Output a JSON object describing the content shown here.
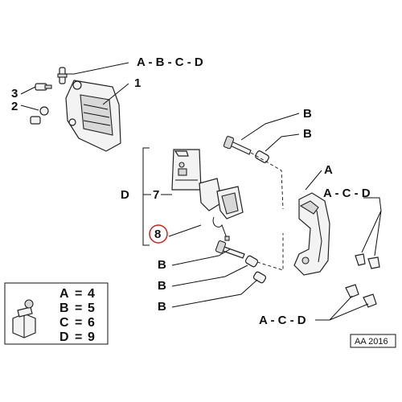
{
  "labels": {
    "c1_group": "A - B - C - D",
    "c1_num": "1",
    "c3_num": "3",
    "c2_num": "2",
    "bolt_top_b": "B",
    "bush_top_b": "B",
    "bracket_a": "A",
    "bracket_acd": "A - C - D",
    "kit_d": "D",
    "kit_7": "7",
    "pads_8": "8",
    "bolt_bottom_b": "B",
    "bush_bottom_b1": "B",
    "bush_bottom_b2": "B",
    "clips_acd": "A - C - D"
  },
  "legend": [
    {
      "letter": "A",
      "eq": "=",
      "value": "4"
    },
    {
      "letter": "B",
      "eq": "=",
      "value": "5"
    },
    {
      "letter": "C",
      "eq": "=",
      "value": "6"
    },
    {
      "letter": "D",
      "eq": "=",
      "value": "9"
    }
  ],
  "ref_code": "AA 2016",
  "icons": [
    "brake-caliper-body-icon",
    "caliper-bracket-icon",
    "brake-pads-icon",
    "guide-bolt-icon",
    "bushing-icon",
    "spring-clip-icon",
    "repair-kit-bag-icon",
    "spare-parts-box-icon"
  ],
  "colors": {
    "line": "#111111",
    "part_fill": "#f3f3f3",
    "highlight_circle": "#cc2222"
  }
}
